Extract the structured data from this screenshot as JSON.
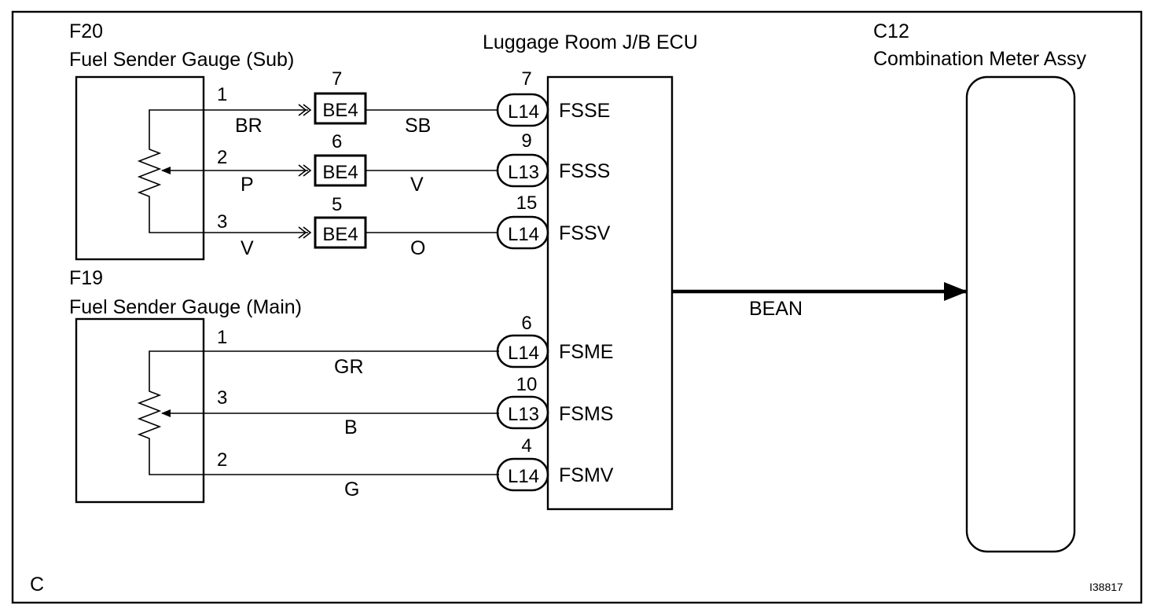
{
  "page": {
    "corner_label": "C",
    "figure_id": "I38817"
  },
  "components": {
    "f20": {
      "code": "F20",
      "name": "Fuel Sender Gauge (Sub)"
    },
    "f19": {
      "code": "F19",
      "name": "Fuel Sender Gauge (Main)"
    },
    "ecu": {
      "name": "Luggage Room J/B ECU"
    },
    "c12": {
      "code": "C12",
      "name": "Combination Meter Assy"
    }
  },
  "sub_circuits": [
    {
      "sender_pin": "1",
      "wire_left": "BR",
      "junction": "BE4",
      "junction_pin": "7",
      "wire_right": "SB",
      "ecu_connector": "L14",
      "ecu_pin": "7",
      "ecu_terminal": "FSSE"
    },
    {
      "sender_pin": "2",
      "wire_left": "P",
      "junction": "BE4",
      "junction_pin": "6",
      "wire_right": "V",
      "ecu_connector": "L13",
      "ecu_pin": "9",
      "ecu_terminal": "FSSS"
    },
    {
      "sender_pin": "3",
      "wire_left": "V",
      "junction": "BE4",
      "junction_pin": "5",
      "wire_right": "O",
      "ecu_connector": "L14",
      "ecu_pin": "15",
      "ecu_terminal": "FSSV"
    }
  ],
  "main_circuits": [
    {
      "sender_pin": "1",
      "wire": "GR",
      "ecu_connector": "L14",
      "ecu_pin": "6",
      "ecu_terminal": "FSME"
    },
    {
      "sender_pin": "3",
      "wire": "B",
      "ecu_connector": "L13",
      "ecu_pin": "10",
      "ecu_terminal": "FSMS"
    },
    {
      "sender_pin": "2",
      "wire": "G",
      "ecu_connector": "L14",
      "ecu_pin": "4",
      "ecu_terminal": "FSMV"
    }
  ],
  "bus": {
    "label": "BEAN"
  }
}
